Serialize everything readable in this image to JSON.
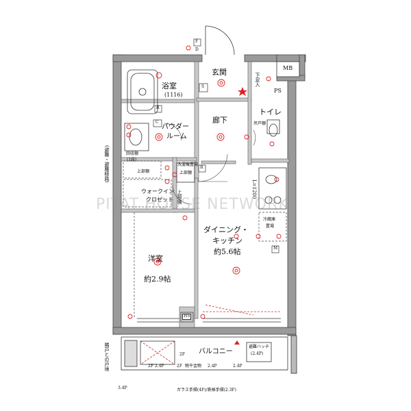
{
  "rooms": {
    "genkan": "玄関",
    "geta": "下足入",
    "ps": "PS",
    "mb": "MB",
    "yokushitsu": "浴室",
    "yokushitsu_size": "(1116)",
    "rouka": "廊下",
    "toilet": "トイレ",
    "powder_1": "パウダー",
    "powder_2": "ルーム",
    "dining_1": "ダイニング・",
    "dining_2": "キッチン",
    "dining_size": "約5.6帖",
    "youshitsu": "洋室",
    "youshitsu_size": "約2.9帖",
    "walkin_1": "ウォークイン",
    "walkin_2": "クロゼット",
    "balcony": "バルコニー",
    "hs": "HS"
  },
  "notes": {
    "kaikidan": "回収棚",
    "kaikidan_sub": "(1段)",
    "jobukura_1": "上部棚",
    "jobukura_2": "上部棚",
    "sentaku_1": "洗濯機置場",
    "sentaku_2": "上部棚",
    "toilet_shelf": "吊戸棚",
    "l1200": "L=1200",
    "reizouko_1": "冷蔵庫",
    "reizouko_2": "置場",
    "evac_1": "避難ハッチ",
    "evac_2": "(2.4P)",
    "monohoshi": "物干金物",
    "left_vertical": "(避難・避難経路)",
    "left_bottom_vertical": "隣戸との戸境",
    "garasu": "ガラス手摺(4F)/鉄格手摺(2.3F)",
    "p24a": "2.4P",
    "p24b": "2.4P",
    "p24c": "2.4P",
    "p2a": "2F",
    "p2b": "2F",
    "p2c": "2F",
    "p3": "3.4P"
  },
  "symbols": {
    "s": "S",
    "r1": "R",
    "r2": "R",
    "c": "C",
    "m": "M",
    "f": "F",
    "d": "D"
  },
  "watermark": "PITAT HOUSE NETWORK"
}
